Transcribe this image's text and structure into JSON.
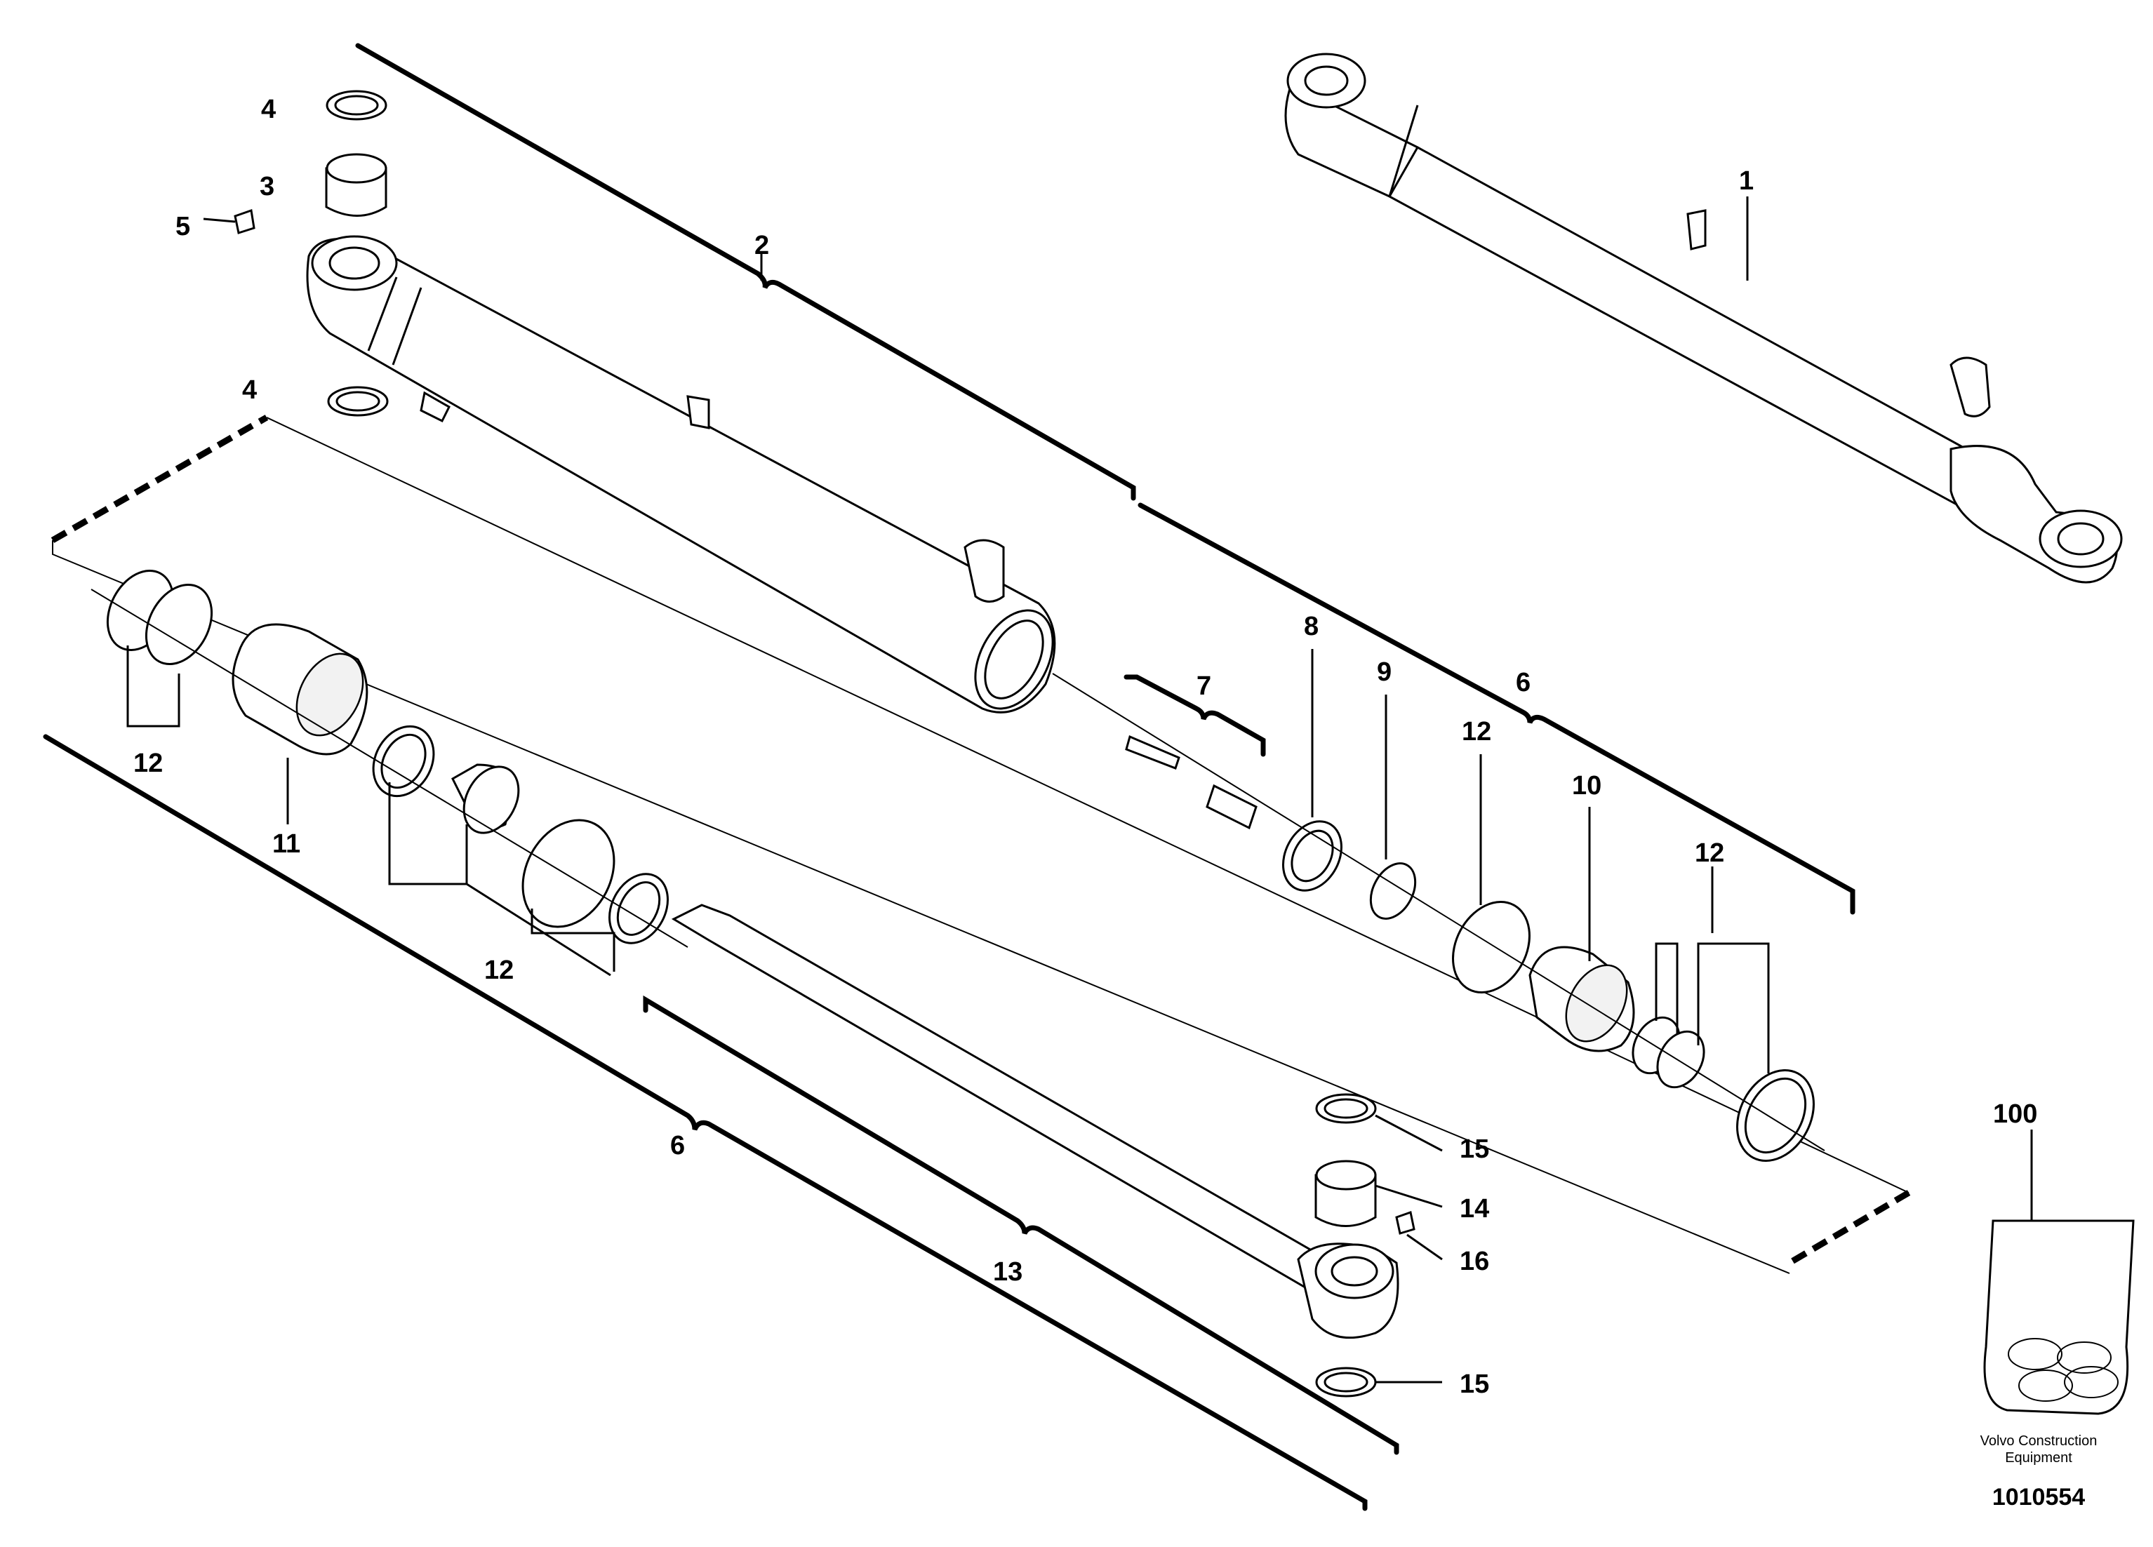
{
  "diagram": {
    "callouts": {
      "c1": "1",
      "c2": "2",
      "c3": "3",
      "c4a": "4",
      "c4b": "4",
      "c5": "5",
      "c6a": "6",
      "c6b": "6",
      "c7": "7",
      "c8": "8",
      "c9": "9",
      "c10": "10",
      "c11": "11",
      "c12a": "12",
      "c12b": "12",
      "c12c": "12",
      "c12d": "12",
      "c13": "13",
      "c14": "14",
      "c15a": "15",
      "c15b": "15",
      "c16": "16",
      "c100": "100"
    },
    "footer": {
      "company_line1": "Volvo Construction",
      "company_line2": "Equipment",
      "drawing_number": "1010554"
    }
  }
}
